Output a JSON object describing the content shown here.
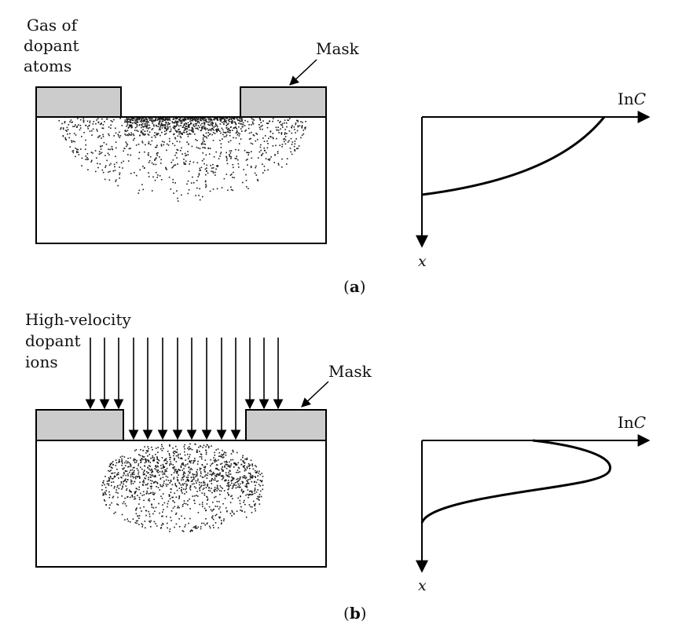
{
  "panel_a": {
    "gas_label": [
      "Gas of",
      "dopant",
      "atoms"
    ],
    "mask_label": "Mask",
    "axis_label_prefix": "In",
    "axis_label_var": "C",
    "depth_label": "x",
    "caption": "a",
    "profile": "monotonic-decreasing"
  },
  "panel_b": {
    "ion_label": [
      "High-velocity",
      "dopant",
      "ions"
    ],
    "mask_label": "Mask",
    "axis_label_prefix": "In",
    "axis_label_var": "C",
    "depth_label": "x",
    "caption": "b",
    "profile": "peaked-below-surface"
  },
  "colors": {
    "mask_fill": "#cccccc",
    "stroke": "#000000",
    "dopant_dot": "#1a1a1a"
  },
  "icons": {
    "incoming_ion": "down-arrow-icon",
    "leader_line": "diagonal-arrow-icon"
  }
}
